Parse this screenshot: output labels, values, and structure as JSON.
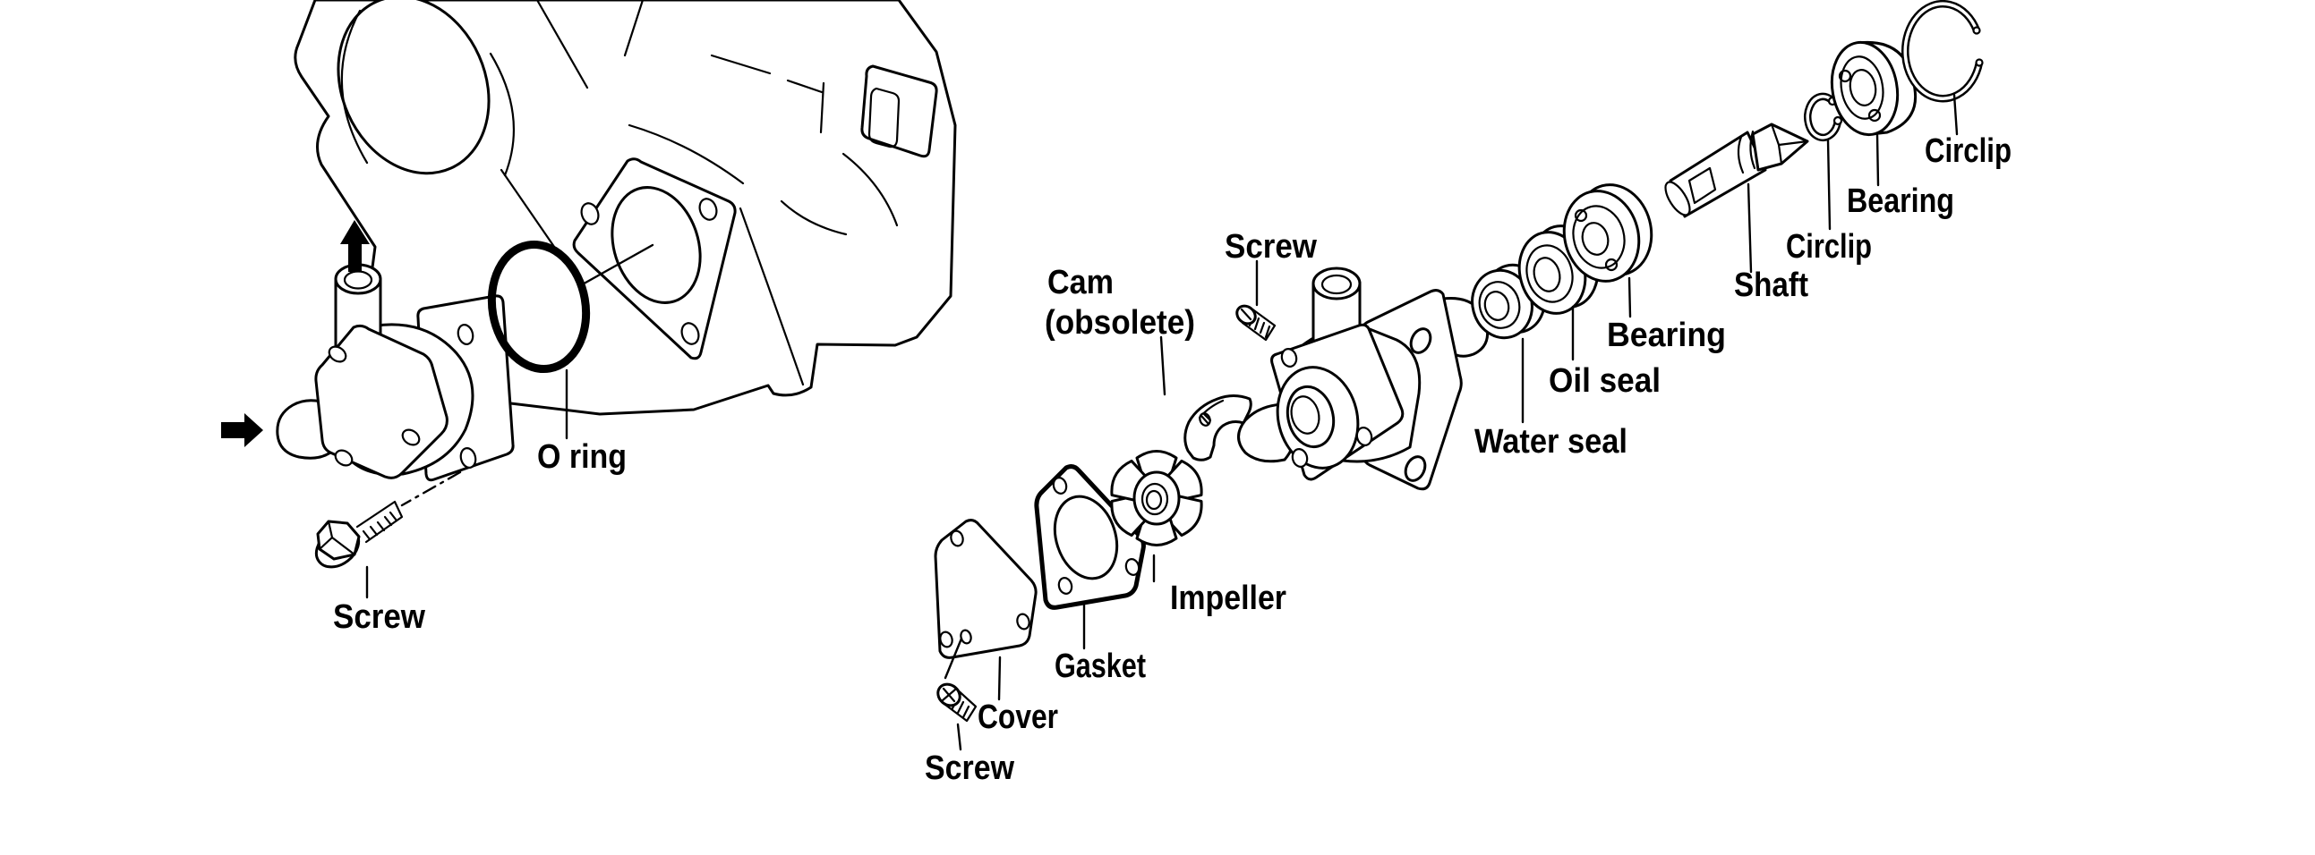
{
  "colors": {
    "ink": "#000000",
    "background": "#ffffff"
  },
  "labels": {
    "screw_left": "Screw",
    "o_ring": "O ring",
    "cam_line1": "Cam",
    "cam_line2": "(obsolete)",
    "screw_top": "Screw",
    "impeller": "Impeller",
    "gasket": "Gasket",
    "cover": "Cover",
    "screw_bottom": "Screw",
    "water_seal": "Water seal",
    "oil_seal": "Oil seal",
    "bearing_mid": "Bearing",
    "shaft": "Shaft",
    "circlip_mid": "Circlip",
    "bearing_top": "Bearing",
    "circlip_top": "Circlip"
  },
  "icons": {
    "up_arrow": "filled-arrow-up",
    "right_arrow": "filled-arrow-right"
  }
}
